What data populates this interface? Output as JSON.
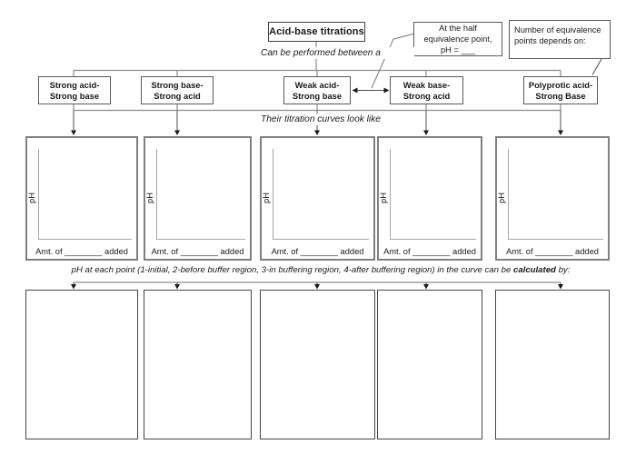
{
  "header": {
    "title": "Acid-base titrations",
    "caption_between": "Can be performed between a"
  },
  "notes": {
    "half_equivalence": {
      "line1": "At the half",
      "line2": "equivalence point,",
      "line3": "pH = ___"
    },
    "equivalence_points": {
      "line1": "Number of equivalence",
      "line2": "points depends on:"
    }
  },
  "pairs": [
    {
      "line1": "Strong acid-",
      "line2": "Strong base"
    },
    {
      "line1": "Strong base-",
      "line2": "Strong acid"
    },
    {
      "line1": "Weak acid-",
      "line2": "Strong base"
    },
    {
      "line1": "Weak base-",
      "line2": "Strong acid"
    },
    {
      "line1": "Polyprotic acid-",
      "line2": "Strong Base"
    }
  ],
  "captions": {
    "curves": "Their titration curves look like",
    "calc_prefix": "pH at each point (1-initial, 2-before buffer region, 3-in buffering region, 4-after buffering region) in the curve can be ",
    "calc_bold": "calculated",
    "calc_suffix": " by:"
  },
  "chart_template": {
    "ylabel": "pH",
    "xlabel": "Amt. of ________ added"
  },
  "colors": {
    "line": "#8c8c8c",
    "arrow": "#1a1a1a",
    "box_border": "#595959",
    "chart_border": "#7f7f7f",
    "axis": "#a6a6a6",
    "background": "#ffffff"
  }
}
